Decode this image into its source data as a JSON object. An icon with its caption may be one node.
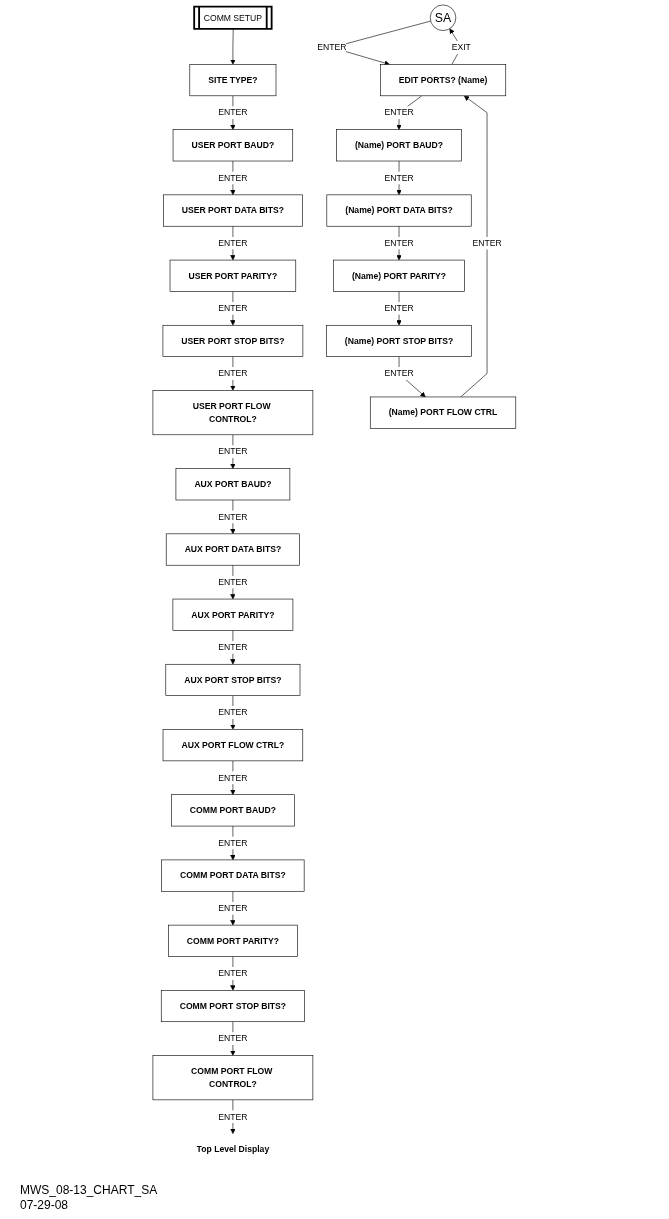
{
  "diagram": {
    "nodes": [
      {
        "text": [
          "COMM SETUP"
        ]
      },
      {
        "text": [
          "SITE TYPE?"
        ]
      },
      {
        "text": [
          "USER PORT BAUD?"
        ]
      },
      {
        "text": [
          "USER PORT DATA BITS?"
        ]
      },
      {
        "text": [
          "USER PORT PARITY?"
        ]
      },
      {
        "text": [
          "USER PORT STOP BITS?"
        ]
      },
      {
        "text": [
          "USER PORT FLOW CONTROL?"
        ]
      },
      {
        "text": [
          "AUX PORT BAUD?"
        ]
      },
      {
        "text": [
          "AUX PORT DATA BITS?"
        ]
      },
      {
        "text": [
          "AUX PORT PARITY?"
        ]
      },
      {
        "text": [
          "AUX PORT STOP BITS?"
        ]
      },
      {
        "text": [
          "AUX PORT FLOW CTRL?"
        ]
      },
      {
        "text": [
          "COMM PORT BAUD?"
        ]
      },
      {
        "text": [
          "COMM PORT DATA BITS?"
        ]
      },
      {
        "text": [
          "COMM PORT PARITY?"
        ]
      },
      {
        "text": [
          "COMM PORT STOP BITS?"
        ]
      },
      {
        "text": [
          "COMM PORT FLOW CONTROL?"
        ]
      },
      {
        "text": [
          "Top Level Display"
        ]
      },
      {
        "text": [
          "SA"
        ]
      },
      {
        "text": [
          "EDIT PORTS? (Name)"
        ]
      },
      {
        "text": [
          "(Name) PORT BAUD?"
        ]
      },
      {
        "text": [
          "(Name) PORT DATA BITS?"
        ]
      },
      {
        "text": [
          "(Name) PORT PARITY?"
        ]
      },
      {
        "text": [
          "(Name) PORT STOP BITS?"
        ]
      },
      {
        "text": [
          "(Name) PORT FLOW CTRL"
        ]
      }
    ],
    "edges": [
      {
        "from": 0,
        "to": 1,
        "arrow": "to"
      },
      {
        "from": 1,
        "to": 2,
        "arrow": "to",
        "label": "ENTER"
      },
      {
        "from": 2,
        "to": 3,
        "arrow": "to",
        "label": "ENTER"
      },
      {
        "from": 3,
        "to": 4,
        "arrow": "to",
        "label": "ENTER"
      },
      {
        "from": 4,
        "to": 5,
        "arrow": "to",
        "label": "ENTER"
      },
      {
        "from": 5,
        "to": 6,
        "arrow": "to",
        "label": "ENTER"
      },
      {
        "from": 6,
        "to": 7,
        "arrow": "to",
        "label": "ENTER"
      },
      {
        "from": 7,
        "to": 8,
        "arrow": "to",
        "label": "ENTER"
      },
      {
        "from": 8,
        "to": 9,
        "arrow": "to",
        "label": "ENTER"
      },
      {
        "from": 9,
        "to": 10,
        "arrow": "to",
        "label": "ENTER"
      },
      {
        "from": 10,
        "to": 11,
        "arrow": "to",
        "label": "ENTER"
      },
      {
        "from": 11,
        "to": 12,
        "arrow": "to",
        "label": "ENTER"
      },
      {
        "from": 12,
        "to": 13,
        "arrow": "to",
        "label": "ENTER"
      },
      {
        "from": 13,
        "to": 14,
        "arrow": "to",
        "label": "ENTER"
      },
      {
        "from": 14,
        "to": 15,
        "arrow": "to",
        "label": "ENTER"
      },
      {
        "from": 15,
        "to": 16,
        "arrow": "to",
        "label": "ENTER"
      },
      {
        "from": 16,
        "to": 17,
        "arrow": "to",
        "label": "ENTER"
      },
      {
        "from": 18,
        "to": 19,
        "arrow": "to",
        "label": "ENTER"
      },
      {
        "from": 19,
        "to": 18,
        "arrow": "to",
        "label": "EXIT"
      },
      {
        "from": 19,
        "to": 20,
        "arrow": "to",
        "label": "ENTER"
      },
      {
        "from": 20,
        "to": 21,
        "arrow": "to",
        "label": "ENTER"
      },
      {
        "from": 21,
        "to": 22,
        "arrow": "to",
        "label": "ENTER"
      },
      {
        "from": 22,
        "to": 23,
        "arrow": "to",
        "label": "ENTER"
      },
      {
        "from": 23,
        "to": 24,
        "arrow": "to",
        "label": "ENTER"
      },
      {
        "from": 24,
        "to": 19,
        "arrow": "to",
        "label": "ENTER"
      }
    ],
    "labels": [
      "MWS_08-13_CHART_SA",
      "07-29-08"
    ]
  }
}
